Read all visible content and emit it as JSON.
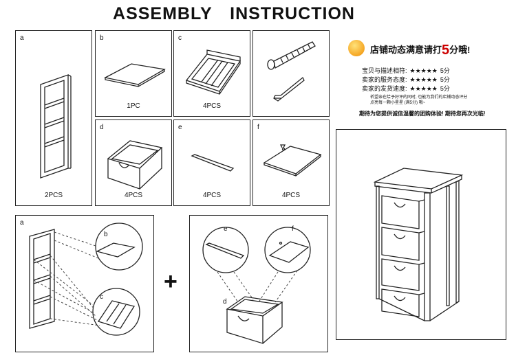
{
  "title": "ASSEMBLY INSTRUCTION",
  "parts": [
    {
      "label": "a",
      "qty": "2PCS"
    },
    {
      "label": "b",
      "qty": "1PC"
    },
    {
      "label": "c",
      "qty": "4PCS"
    },
    {
      "label": "d",
      "qty": "4PCS"
    },
    {
      "label": "e",
      "qty": "4PCS"
    },
    {
      "label": "f",
      "qty": "4PCS"
    }
  ],
  "assembly": {
    "left": {
      "a": "a",
      "b": "b",
      "c": "c"
    },
    "right": {
      "d": "d",
      "e": "e",
      "f": "f"
    },
    "plus": "+"
  },
  "shop": {
    "promo_text": "店铺动态满意请打",
    "promo_num": "5",
    "promo_suffix": "分哦!",
    "ratings": [
      {
        "label": "宝贝与描述相符:",
        "stars": "★★★★★",
        "score": "5分"
      },
      {
        "label": "卖家的服务态度:",
        "stars": "★★★★★",
        "score": "5分"
      },
      {
        "label": "卖家的发货速度:",
        "stars": "★★★★★",
        "score": "5分"
      }
    ],
    "fine_print_1": "祈望亲在给予好评的同时, 也能为我们的店铺动态评分",
    "fine_print_2": "点亮每一颗小星星 (满5分) 哦~",
    "thanks": "期待为您提供诚信温馨的团购体验! 期待您再次光临!"
  },
  "colors": {
    "star": "#111111",
    "accent": "#cc0000"
  }
}
